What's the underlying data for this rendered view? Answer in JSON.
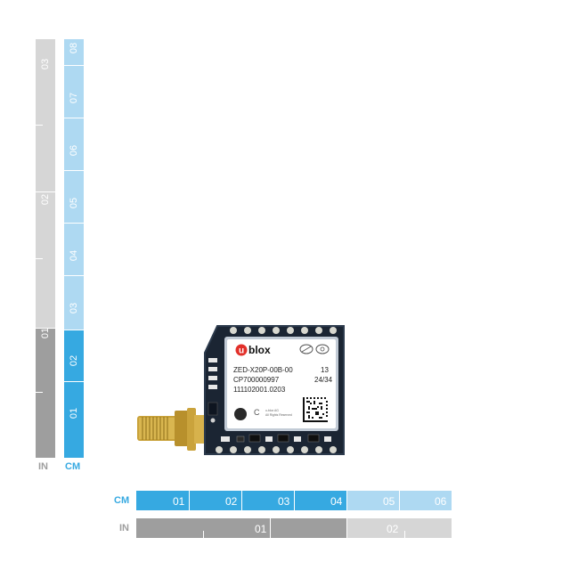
{
  "rulers": {
    "vertical_in": {
      "unit": "IN",
      "labels": [
        "01",
        "02",
        "03"
      ],
      "color_dark": "#9e9e9e",
      "color_light": "#d6d6d6"
    },
    "vertical_cm": {
      "unit": "CM",
      "labels": [
        "01",
        "02",
        "03",
        "04",
        "05",
        "06",
        "07",
        "08"
      ],
      "color_dark": "#36a9e1",
      "color_light": "#aed9f2"
    },
    "horizontal_cm": {
      "unit": "CM",
      "labels": [
        "01",
        "02",
        "03",
        "04",
        "05",
        "06"
      ],
      "color_dark": "#36a9e1",
      "color_light": "#aed9f2"
    },
    "horizontal_in": {
      "unit": "IN",
      "labels": [
        "01",
        "02"
      ],
      "color_dark": "#9e9e9e",
      "color_light": "#d6d6d6"
    }
  },
  "module": {
    "brand": "u-blox",
    "model": "ZED-X20P-00B-00",
    "model_suffix": "13",
    "code": "CP700000997",
    "date_code": "24/34",
    "serial": "111102001.0203",
    "small_print_1": "u-blox AG",
    "small_print_2": "All Rights Reserved"
  }
}
